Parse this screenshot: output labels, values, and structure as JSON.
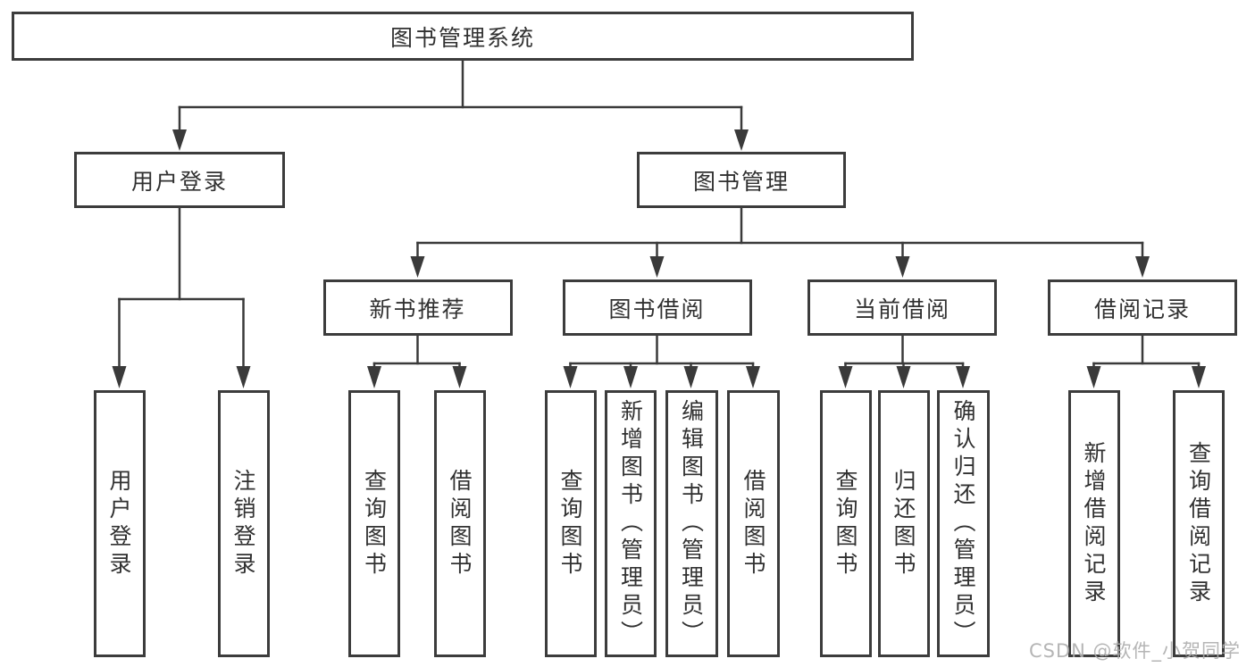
{
  "page": {
    "background": "#ffffff",
    "watermark": "CSDN @软件_小贺同学"
  },
  "diagram_type": "hierarchy-tree",
  "tree": {
    "root": "图书管理系统",
    "level2": {
      "user_login": "用户登录",
      "book_management": "图书管理"
    },
    "level3": {
      "new_book_recommend": "新书推荐",
      "book_borrow": "图书借阅",
      "current_borrow": "当前借阅",
      "borrow_records": "借阅记录"
    },
    "leaves": {
      "user_login": [
        "用户登录",
        "注销登录"
      ],
      "new_book_recommend": [
        "查询图书",
        "借阅图书"
      ],
      "book_borrow": [
        "查询图书",
        "新增图书（管理员）",
        "编辑图书（管理员）",
        "借阅图书"
      ],
      "current_borrow": [
        "查询图书",
        "归还图书",
        "确认归还（管理员）"
      ],
      "borrow_records": [
        "新增借阅记录",
        "查询借阅记录"
      ]
    }
  },
  "colors": {
    "line": "#3a3a3a",
    "box_border": "#3c3c3c",
    "text": "#313131",
    "watermark": "#aeaeae"
  }
}
